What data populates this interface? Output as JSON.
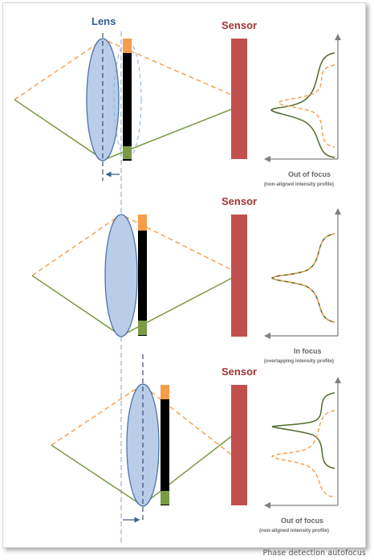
{
  "labels": {
    "lens": "Lens",
    "sensor": "Sensor"
  },
  "panels": [
    {
      "caption_main": "Out of focus",
      "caption_sub": "(non-aligned intensity profile)"
    },
    {
      "caption_main": "In focus",
      "caption_sub": "(overlapping intensity profile)"
    },
    {
      "caption_main": "Out of focus",
      "caption_sub": "(non-aligned intensity profile)"
    }
  ],
  "footer": {
    "caption": "Phase detection autofocus"
  },
  "colors": {
    "lens_fill": "#b9cde9",
    "lens_stroke": "#4f73a9",
    "sensor": "#c0504d",
    "orange": "#f59d4b",
    "green": "#7a9b44",
    "curve_green": "#4e6b2a",
    "black": "#000000",
    "axis": "#808080",
    "lens_label": "#2e5b97",
    "sensor_label": "#a33333"
  }
}
